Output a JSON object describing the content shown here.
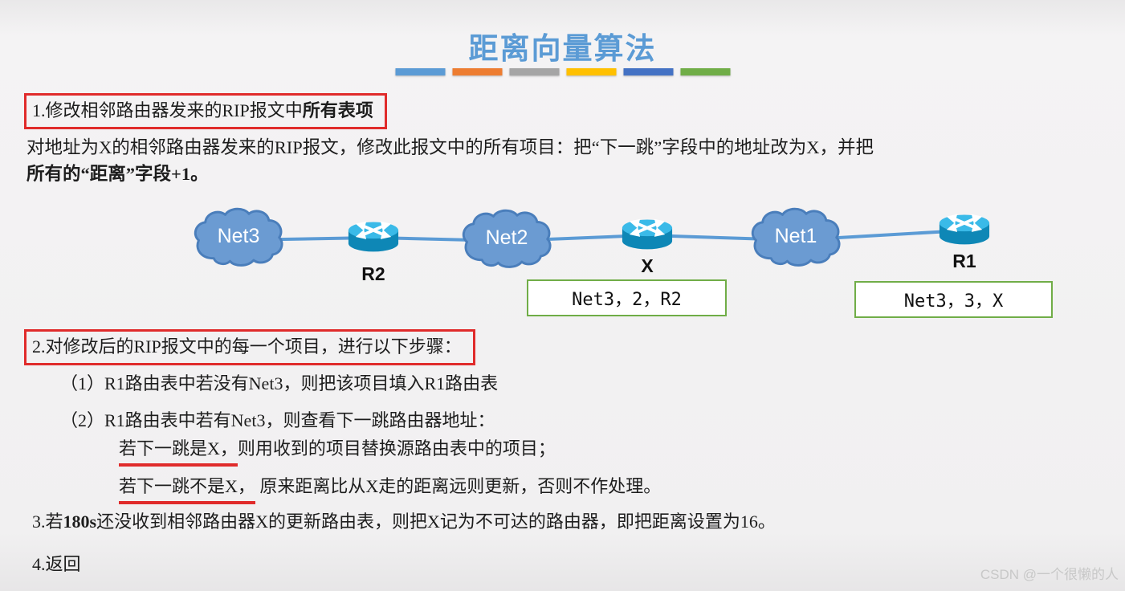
{
  "title": "距离向量算法",
  "accent_bars": [
    "#5B9BD5",
    "#ED7D31",
    "#A5A5A5",
    "#FFC000",
    "#4472C4",
    "#70AD47"
  ],
  "step1": {
    "heading_normal": "1.修改相邻路由器发来的RIP报文中",
    "heading_bold": "所有表项",
    "body_line1": "对地址为X的相邻路由器发来的RIP报文，修改此报文中的所有项目：把“下一跳”字段中的地址改为X，并把",
    "body_line2_bold": "所有的“距离”字段+1。"
  },
  "diagram": {
    "clouds": [
      {
        "label": "Net3"
      },
      {
        "label": "Net2"
      },
      {
        "label": "Net1"
      }
    ],
    "routers": [
      {
        "label": "R2"
      },
      {
        "label": "X"
      },
      {
        "label": "R1"
      }
    ],
    "route_entries": [
      {
        "text": "Net3，2，R2"
      },
      {
        "text": "Net3，3，X"
      }
    ]
  },
  "step2": {
    "heading": "2.对修改后的RIP报文中的每一个项目，进行以下步骤：",
    "sub1": "（1）R1路由表中若没有Net3，则把该项目填入R1路由表",
    "sub2": "（2）R1路由表中若有Net3，则查看下一跳路由器地址：",
    "case1_underlined": "若下一跳是X，",
    "case1_rest": "则用收到的项目替换源路由表中的项目；",
    "case2_underlined": "若下一跳不是X，",
    "case2_rest": " 原来距离比从X走的距离远则更新，否则不作处理。"
  },
  "step3": {
    "prefix": "3.若",
    "bold": "180s",
    "rest": "还没收到相邻路由器X的更新路由表，则把X记为不可达的路由器，即把距离设置为16。"
  },
  "step4": "4.返回",
  "watermark": "CSDN @一个很懒的人",
  "colors": {
    "title": "#5B9BD5",
    "highlight_red": "#E02B2B",
    "entry_border": "#70AD47",
    "cloud_fill": "#6B9BD2",
    "cloud_stroke": "#4A7EBB",
    "link": "#5B9BD5",
    "router_top": "#3ABAE8",
    "router_body": "#0E87B6"
  }
}
